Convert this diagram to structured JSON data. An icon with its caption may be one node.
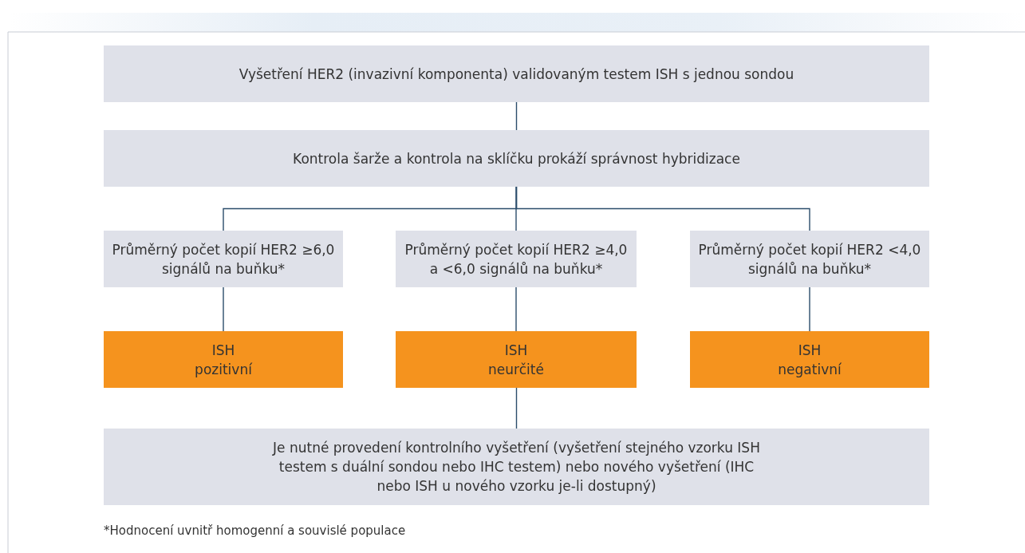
{
  "diagram": {
    "nodes": [
      {
        "text": [
          "Vyšetření HER2 (invazivní komponenta) validovaným testem ISH s jednou sondou"
        ]
      },
      {
        "text": [
          "Kontrola šarže a kontrola na sklíčku prokáží správnost hybridizace"
        ]
      },
      {
        "text": [
          "Průměrný počet kopií HER2 ≥6,0 signálů na buňku*"
        ]
      },
      {
        "text": [
          "Průměrný počet kopií HER2 ≥4,0 a <6,0 signálů na buňku*"
        ]
      },
      {
        "text": [
          "Průměrný počet kopií HER2 <4,0 signálů na buňku*"
        ]
      },
      {
        "text": [
          "ISH pozitivní"
        ]
      },
      {
        "text": [
          "ISH neurčité"
        ]
      },
      {
        "text": [
          "ISH negativní"
        ]
      },
      {
        "text": [
          "Je nutné provedení kontrolního vyšetření (vyšetření stejného vzorku ISH testem s duální sondou nebo IHC testem) nebo nového vyšetření (IHC nebo ISH u nového vzorku je-li dostupný)"
        ]
      }
    ],
    "edges": [
      {
        "from": 0,
        "to": 1,
        "arrow": "none"
      },
      {
        "from": 1,
        "to": 2,
        "arrow": "none"
      },
      {
        "from": 1,
        "to": 3,
        "arrow": "none"
      },
      {
        "from": 1,
        "to": 4,
        "arrow": "none"
      },
      {
        "from": 2,
        "to": 5,
        "arrow": "none"
      },
      {
        "from": 3,
        "to": 6,
        "arrow": "none"
      },
      {
        "from": 4,
        "to": 7,
        "arrow": "none"
      },
      {
        "from": 6,
        "to": 8,
        "arrow": "none"
      }
    ],
    "labels": [
      "*Hodnocení uvnitř homogenní a souvislé populace"
    ]
  }
}
